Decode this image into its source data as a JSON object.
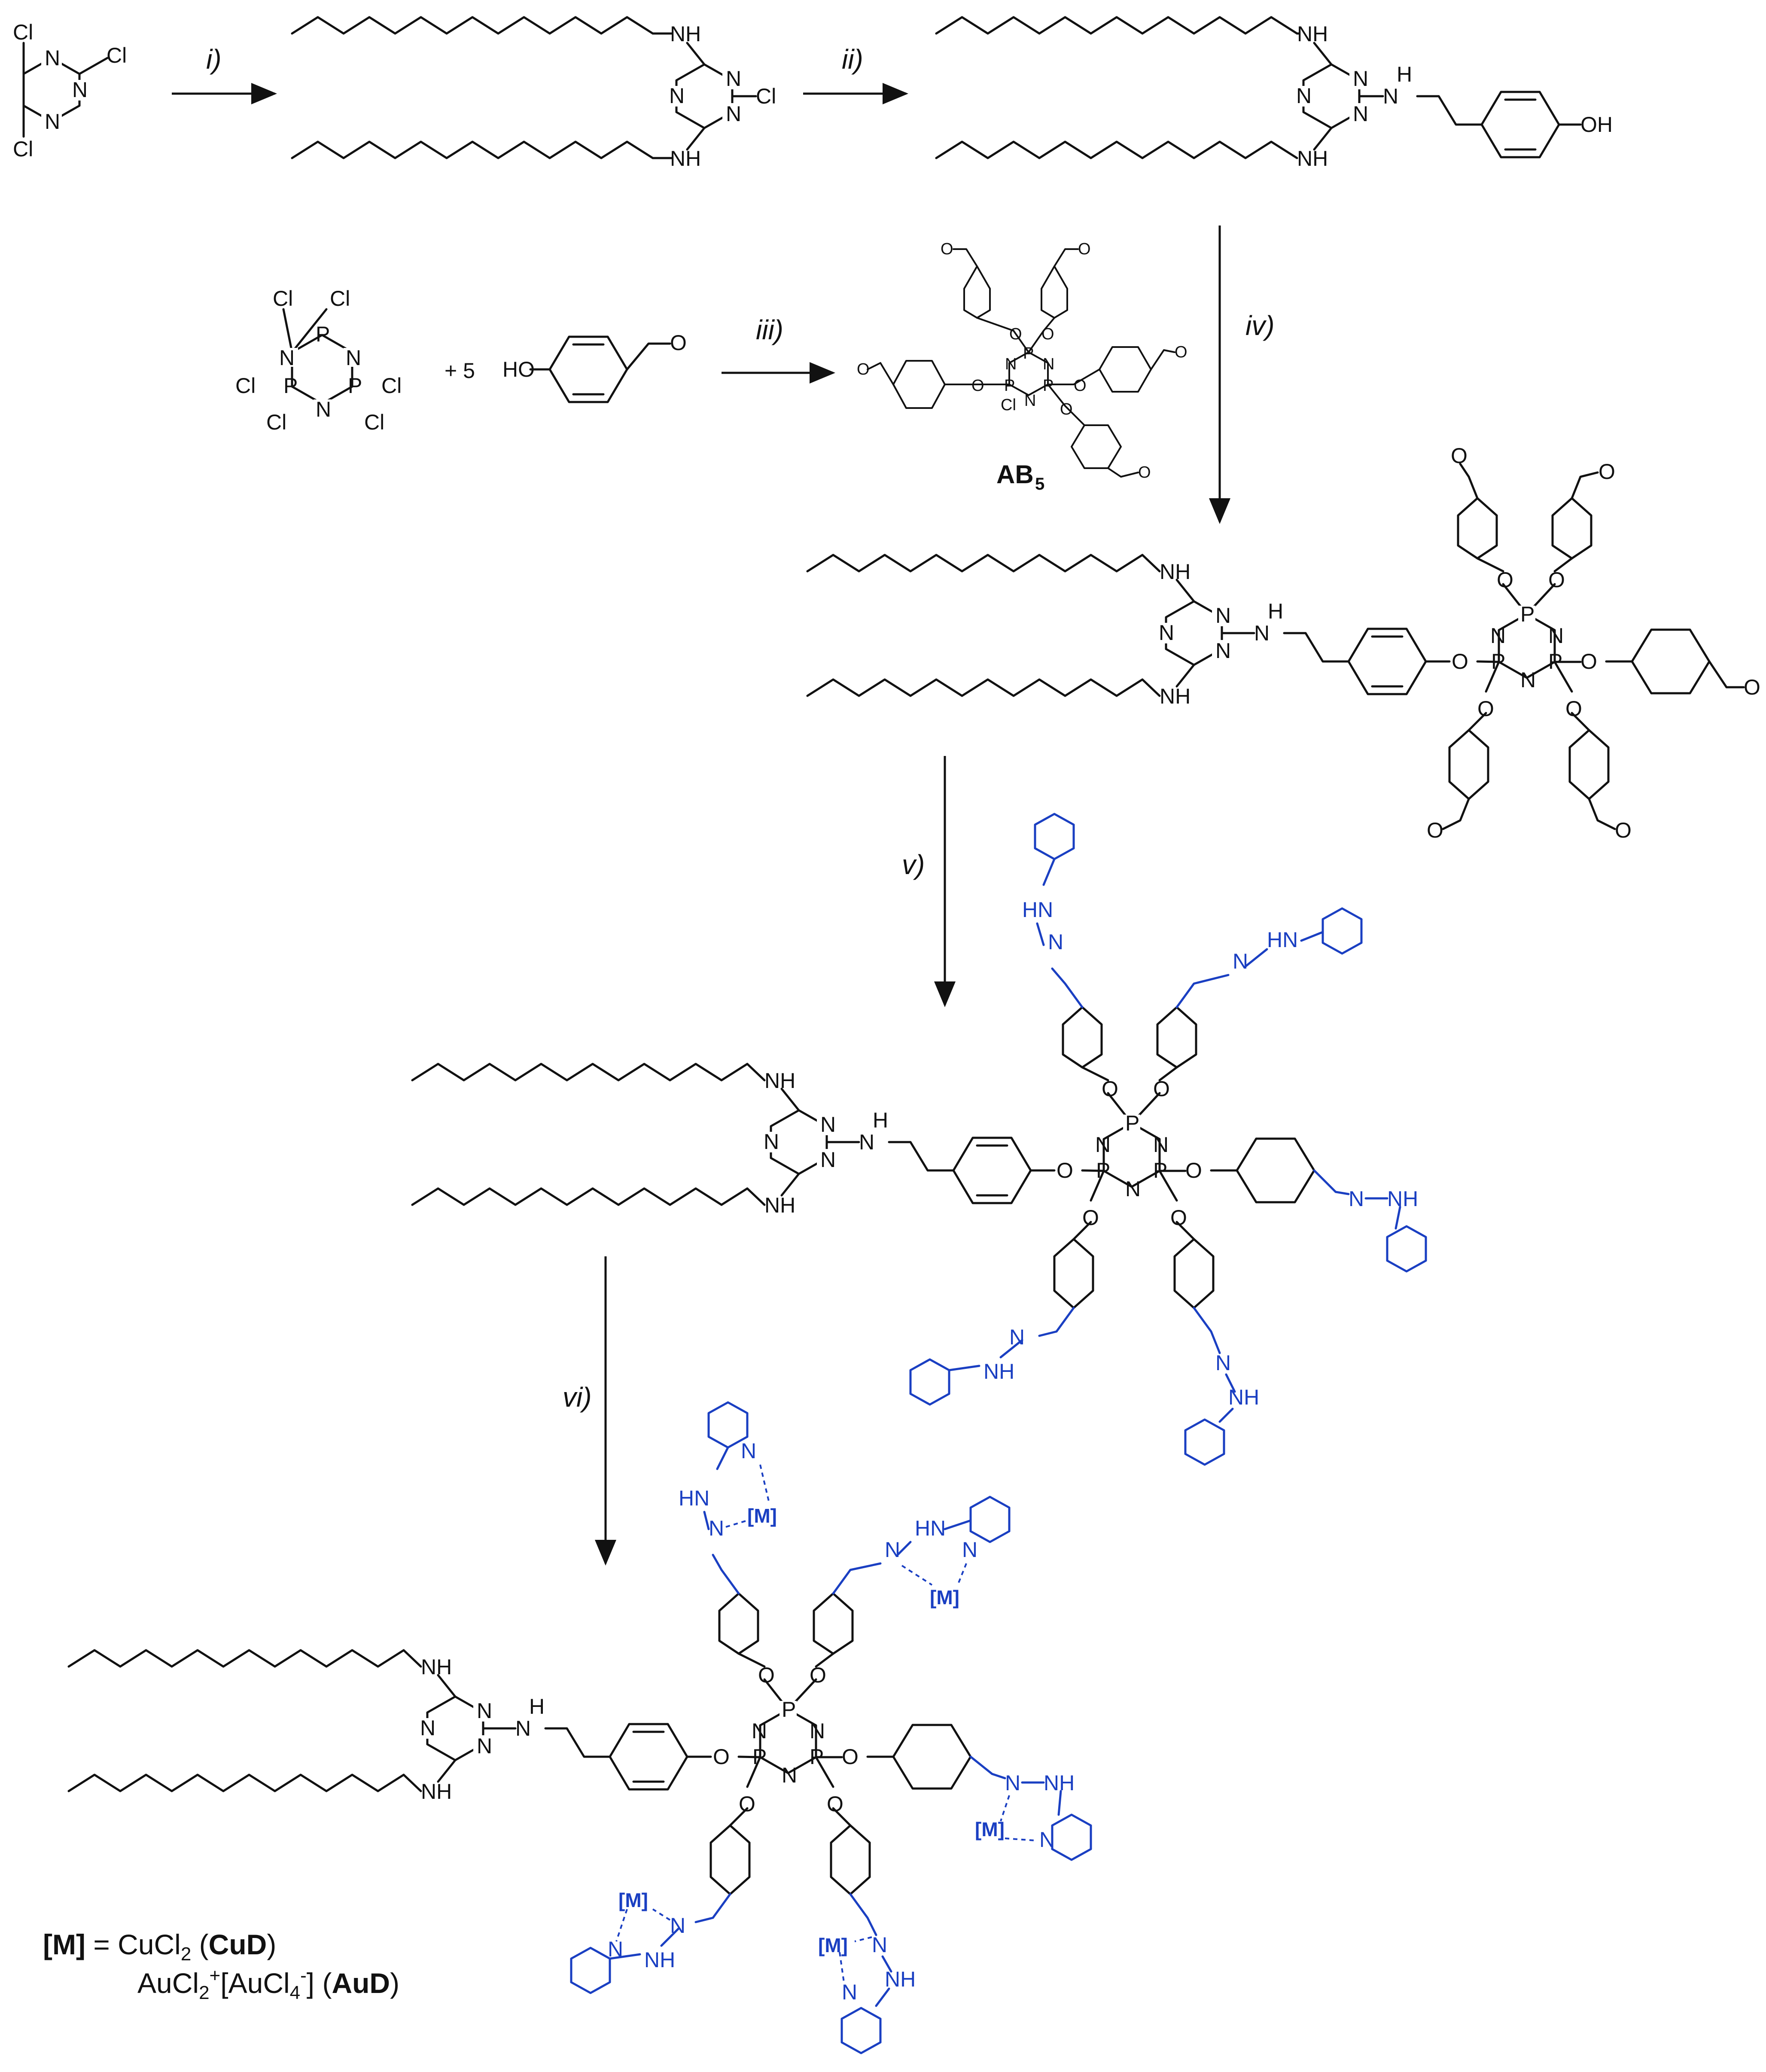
{
  "conditions": {
    "step1": "i)",
    "step2": "ii)",
    "step3": "iii)",
    "step4": "iv)",
    "step5": "v)",
    "step6": "vi)"
  },
  "reagent": {
    "plus_five": "+ 5",
    "compound_name": "AB",
    "compound_sub": "5"
  },
  "atoms": {
    "Cl": "Cl",
    "N": "N",
    "NH": "NH",
    "HN": "HN",
    "H": "H",
    "O": "O",
    "P": "P",
    "OH": "OH",
    "HO": "HO",
    "M": "[M]"
  },
  "legend": {
    "m_label": "[M]",
    "eq": " = CuCl",
    "eq_sub": "2",
    "cu_open": " (",
    "cu_name": "CuD",
    "cu_close": ")",
    "au_a": "AuCl",
    "au_sub1": "2",
    "au_sup1": "+",
    "au_b": "[AuCl",
    "au_sub2": "4",
    "au_sup2": "-",
    "au_c": "] (",
    "au_name": "AuD",
    "au_close": ")"
  },
  "colors": {
    "ink": "#111111",
    "ligand_blue": "#1a3fc2",
    "background": "#ffffff"
  }
}
